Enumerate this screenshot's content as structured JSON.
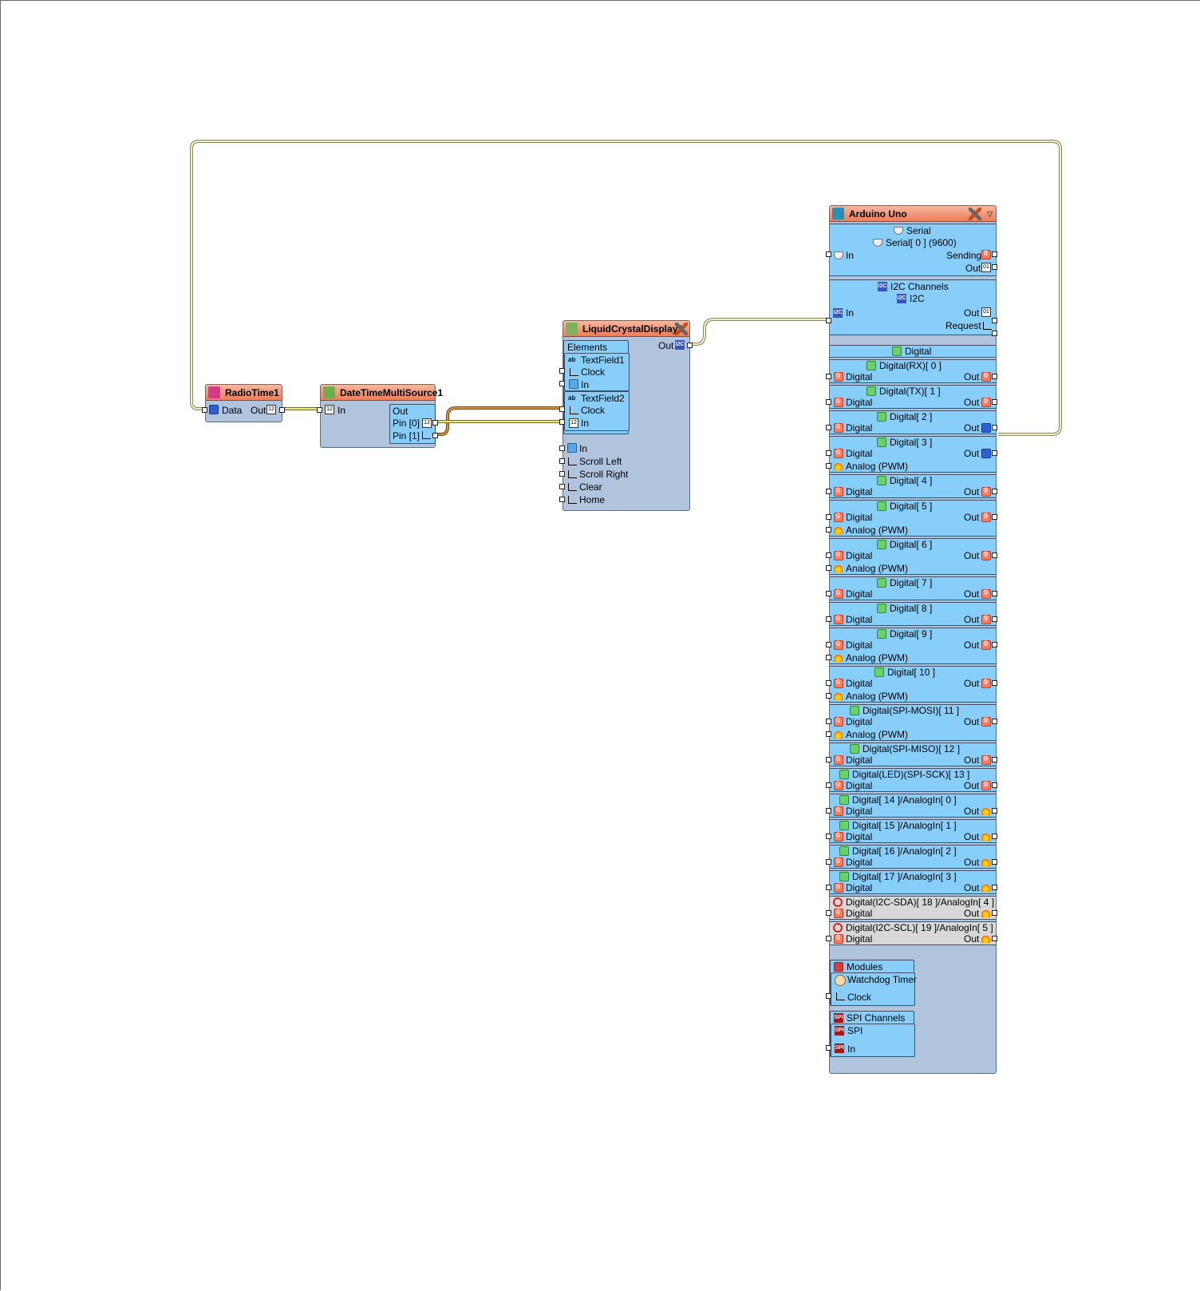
{
  "radio_time": {
    "title": "RadioTime1",
    "pins": {
      "data": "Data",
      "out": "Out"
    }
  },
  "datetime_multi": {
    "title": "DateTimeMultiSource1",
    "pins": {
      "in": "In",
      "out": "Out",
      "pin0": "Pin [0]",
      "pin1": "Pin [1]"
    }
  },
  "lcd": {
    "title": "LiquidCrystalDisplay1",
    "out": "Out",
    "elements": "Elements",
    "textfield1": {
      "name": "TextField1",
      "clock": "Clock",
      "in": "In"
    },
    "textfield2": {
      "name": "TextField2",
      "clock": "Clock",
      "in": "In"
    },
    "pins": {
      "in": "In",
      "scroll_left": "Scroll Left",
      "scroll_right": "Scroll Right",
      "clear": "Clear",
      "home": "Home"
    }
  },
  "arduino": {
    "title": "Arduino Uno",
    "serial": {
      "section": "Serial",
      "channel": "Serial[ 0 ] (9600)",
      "in": "In",
      "sending": "Sending",
      "out": "Out"
    },
    "i2c": {
      "section": "I2C Channels",
      "channel": "I2C",
      "in": "In",
      "out": "Out",
      "request": "Request"
    },
    "digital_section": "Digital",
    "labels": {
      "digital": "Digital",
      "analog": "Analog (PWM)",
      "out": "Out"
    },
    "digital_pins": [
      {
        "name": "Digital(RX)[ 0 ]",
        "pwm": false,
        "disabled": false
      },
      {
        "name": "Digital(TX)[ 1 ]",
        "pwm": false,
        "disabled": false
      },
      {
        "name": "Digital[ 2 ]",
        "pwm": false,
        "disabled": false
      },
      {
        "name": "Digital[ 3 ]",
        "pwm": true,
        "disabled": false
      },
      {
        "name": "Digital[ 4 ]",
        "pwm": false,
        "disabled": false
      },
      {
        "name": "Digital[ 5 ]",
        "pwm": true,
        "disabled": false
      },
      {
        "name": "Digital[ 6 ]",
        "pwm": true,
        "disabled": false
      },
      {
        "name": "Digital[ 7 ]",
        "pwm": false,
        "disabled": false
      },
      {
        "name": "Digital[ 8 ]",
        "pwm": false,
        "disabled": false
      },
      {
        "name": "Digital[ 9 ]",
        "pwm": true,
        "disabled": false
      },
      {
        "name": "Digital[ 10 ]",
        "pwm": true,
        "disabled": false
      },
      {
        "name": "Digital(SPI-MOSI)[ 11 ]",
        "pwm": true,
        "disabled": false
      },
      {
        "name": "Digital(SPI-MISO)[ 12 ]",
        "pwm": false,
        "disabled": false
      },
      {
        "name": "Digital(LED)(SPI-SCK)[ 13 ]",
        "pwm": false,
        "disabled": false
      },
      {
        "name": "Digital[ 14 ]/AnalogIn[ 0 ]",
        "pwm": false,
        "disabled": false
      },
      {
        "name": "Digital[ 15 ]/AnalogIn[ 1 ]",
        "pwm": false,
        "disabled": false
      },
      {
        "name": "Digital[ 16 ]/AnalogIn[ 2 ]",
        "pwm": false,
        "disabled": false
      },
      {
        "name": "Digital[ 17 ]/AnalogIn[ 3 ]",
        "pwm": false,
        "disabled": false
      },
      {
        "name": "Digital(I2C-SDA)[ 18 ]/AnalogIn[ 4 ]",
        "pwm": false,
        "disabled": true
      },
      {
        "name": "Digital(I2C-SCL)[ 19 ]/AnalogIn[ 5 ]",
        "pwm": false,
        "disabled": true
      }
    ],
    "modules": {
      "section": "Modules",
      "watchdog": "Watchdog Timer",
      "clock": "Clock"
    },
    "spi": {
      "section": "SPI Channels",
      "channel": "SPI",
      "in": "In"
    }
  },
  "colors": {
    "canvas": "#ffffff",
    "component_body": "#b0c4de",
    "section": "#87cefa",
    "header": "#ea7d5a",
    "wire_data": "#e8e07a",
    "wire_clock": "#d08030",
    "wire_i2c": "#ece6b0"
  }
}
